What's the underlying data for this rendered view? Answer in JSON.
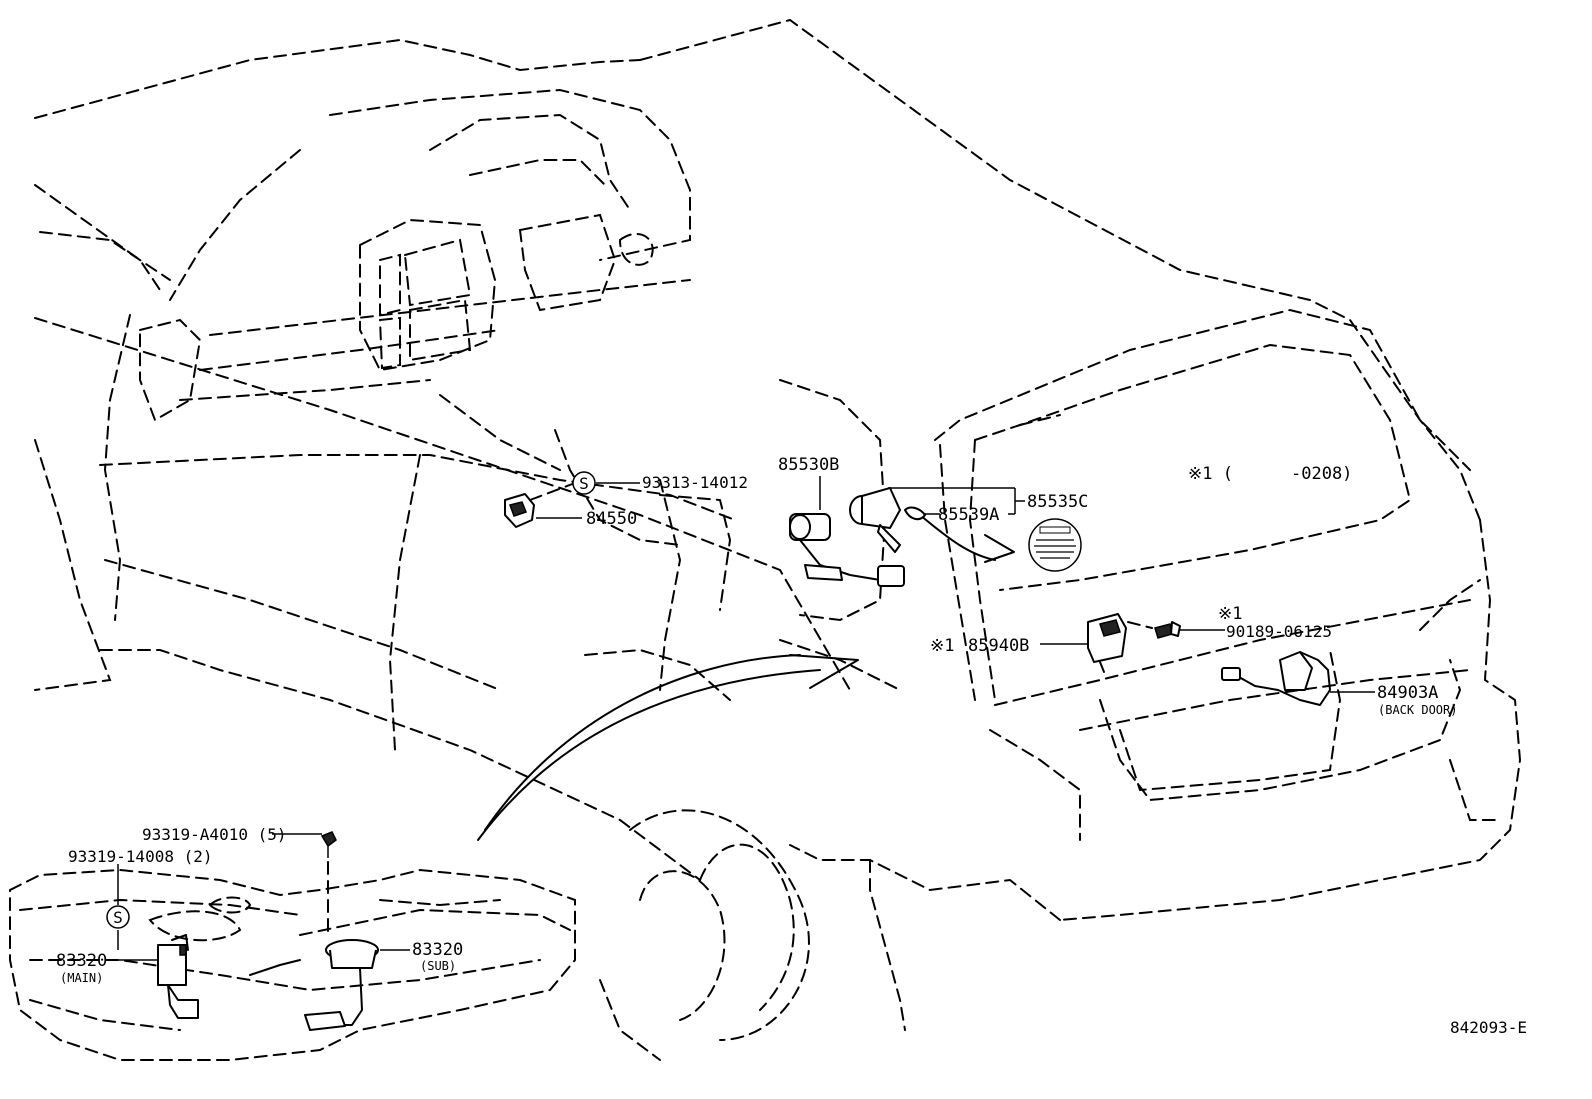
{
  "diagram": {
    "drawing_id": "842093-E",
    "callouts": {
      "p84550": "84550",
      "p93313": "93313-14012",
      "p85530B": "85530B",
      "p85535C": "85535C",
      "p85539A": "85539A",
      "p85940B": "85940B",
      "p85940B_mark": "※1",
      "p90189": "90189-06125",
      "p90189_mark": "※1",
      "p84903A": "84903A",
      "p84903A_note": "(BACK DOOR)",
      "p93319A": "93319-A4010 (5)",
      "p93319_14008": "93319-14008 (2)",
      "p83320_main": "83320",
      "p83320_main_note": "(MAIN)",
      "p83320_sub": "83320",
      "p83320_sub_note": "(SUB)"
    },
    "footnote": {
      "mark": "※1 (",
      "range": "-0208)"
    },
    "symbols": {
      "circled_s": "S"
    }
  }
}
